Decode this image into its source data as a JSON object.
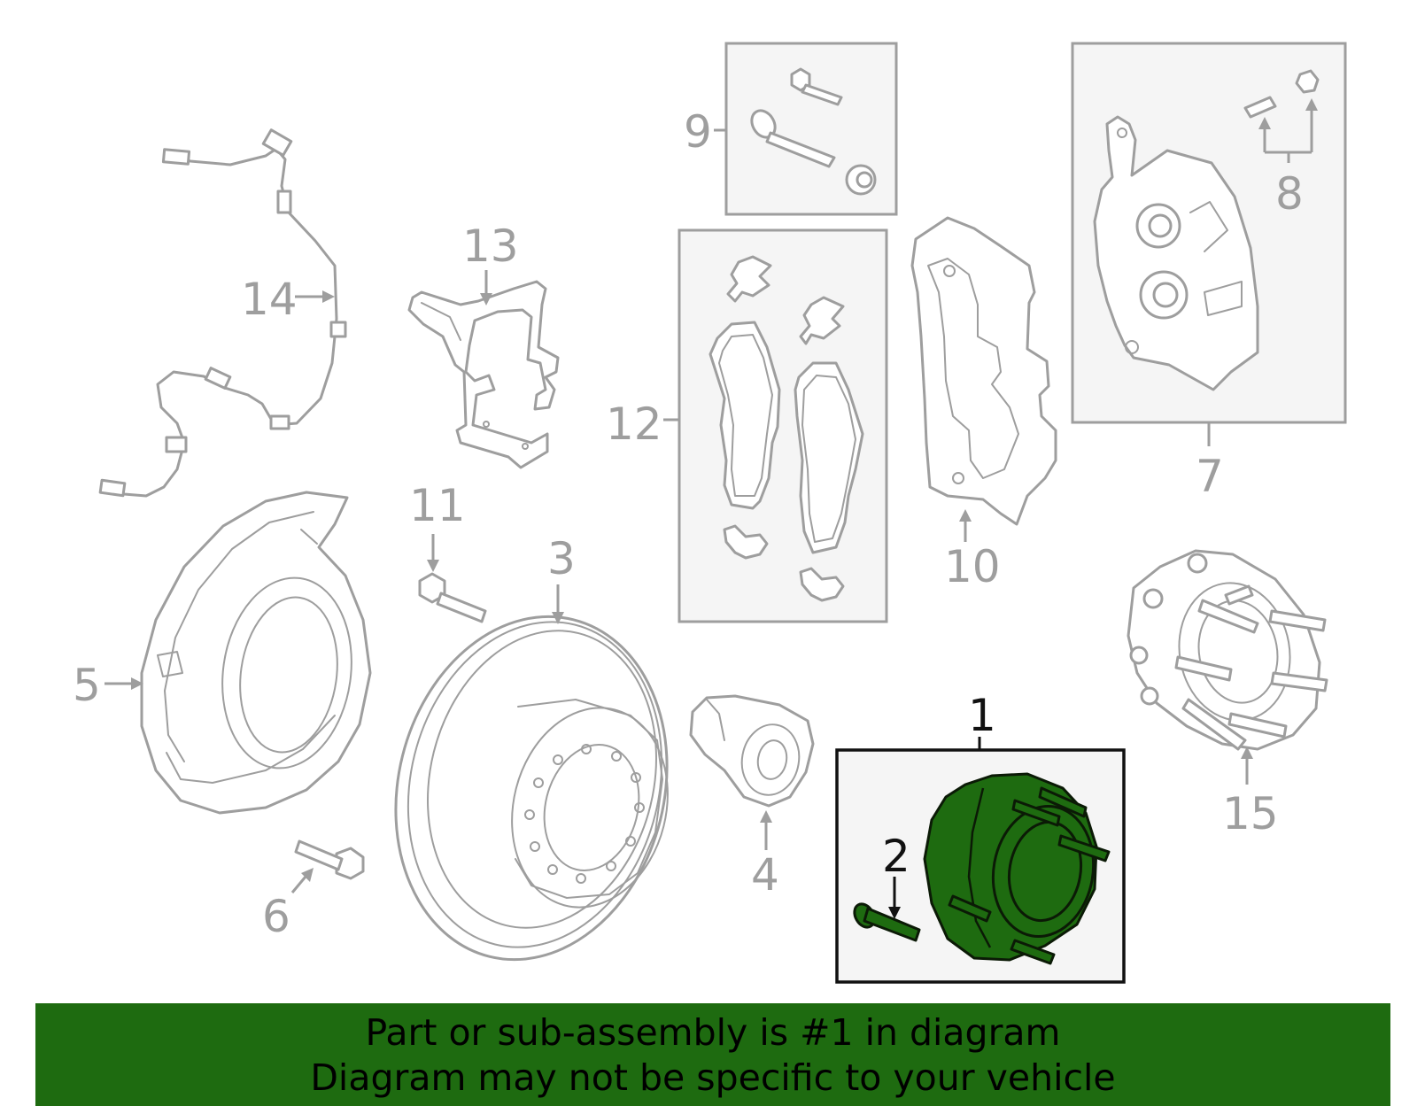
{
  "callouts": {
    "c1": "1",
    "c2": "2",
    "c3": "3",
    "c4": "4",
    "c5": "5",
    "c6": "6",
    "c7": "7",
    "c8": "8",
    "c9": "9",
    "c10": "10",
    "c11": "11",
    "c12": "12",
    "c13": "13",
    "c14": "14",
    "c15": "15"
  },
  "highlighted_part": "1",
  "colors": {
    "highlight": "#1e6b10",
    "part_stroke": "#9e9e9e",
    "box_fill": "#f5f5f5",
    "banner": "#1e6b10"
  },
  "banner": {
    "line1": "Part or sub-assembly is #1 in diagram",
    "line2": "Diagram may not be specific to your vehicle"
  }
}
